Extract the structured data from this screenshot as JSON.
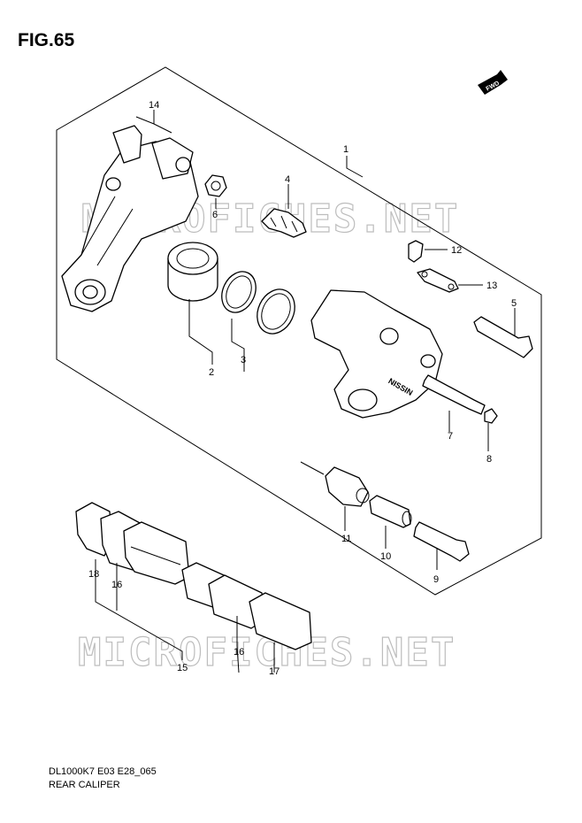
{
  "figure": {
    "title": "FIG.65",
    "code": "DL1000K7 E03 E28_065",
    "name": "REAR CALIPER",
    "direction_badge": "FWD",
    "caliper_stamp": "NISSIN"
  },
  "watermark": [
    "MICROFICHES.NET",
    "MICROFICHES.NET"
  ],
  "callouts": [
    "1",
    "2",
    "3",
    "4",
    "5",
    "6",
    "7",
    "8",
    "9",
    "10",
    "11",
    "12",
    "13",
    "14",
    "15",
    "16",
    "16",
    "17",
    "18"
  ]
}
